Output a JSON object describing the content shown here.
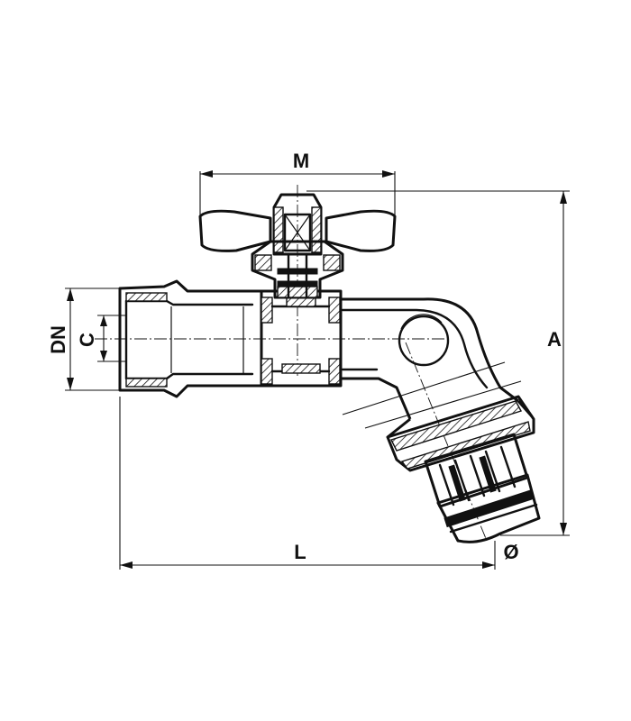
{
  "dimensions": {
    "handle_width": "M",
    "nominal_diameter": "DN",
    "thread": "C",
    "height": "A",
    "length": "L",
    "outlet_diameter": "Ø"
  }
}
